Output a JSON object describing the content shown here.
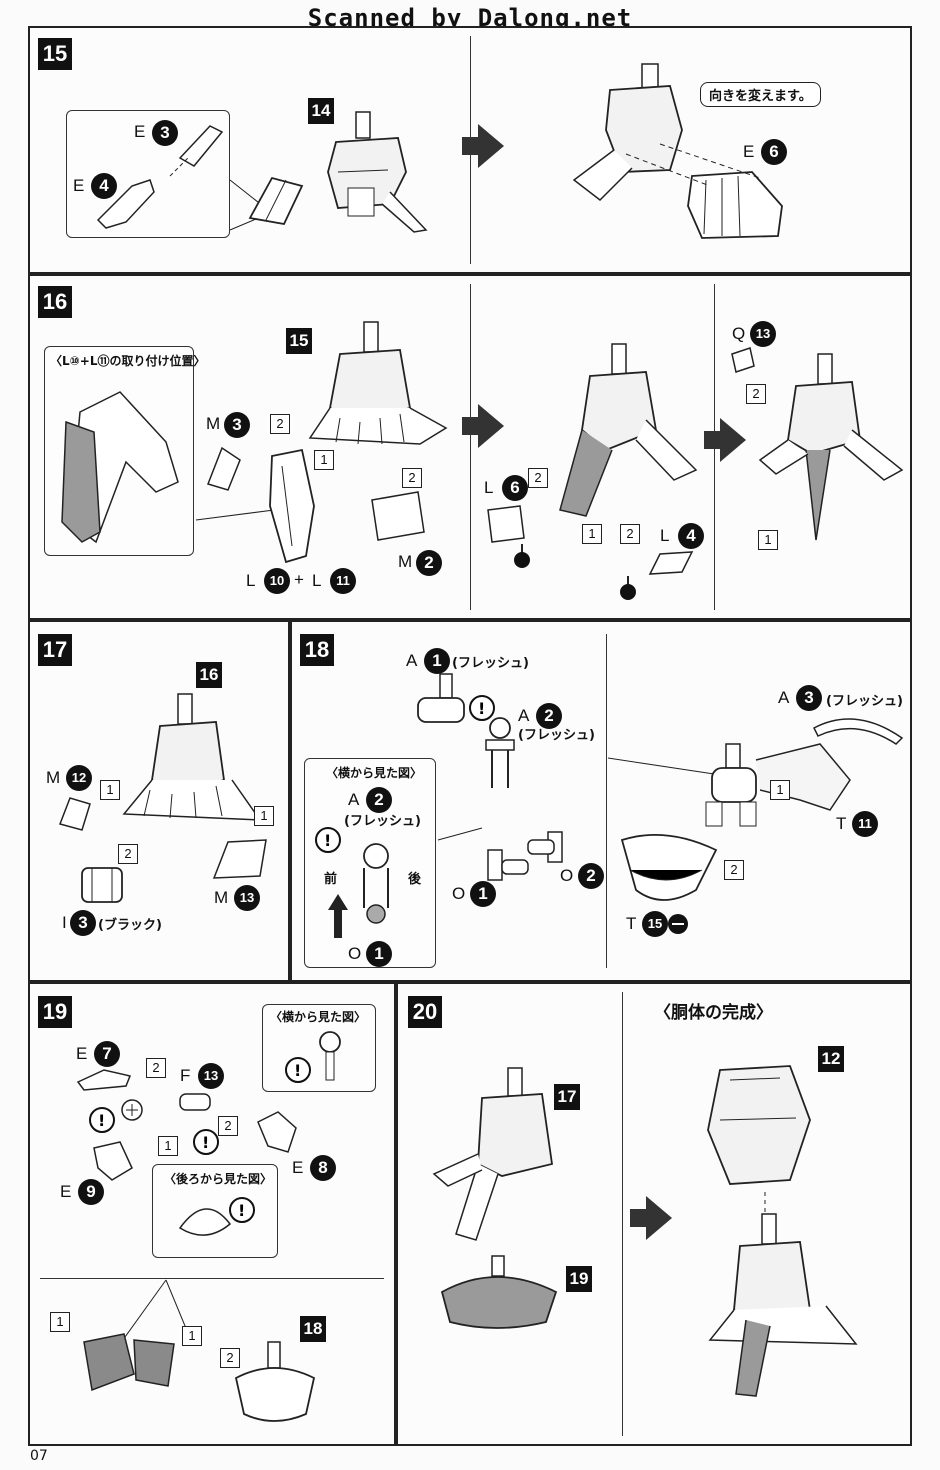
{
  "watermark": "Scanned by Dalong.net",
  "page_number": "07",
  "steps": {
    "s15": {
      "num": "15",
      "ref_in": "14",
      "parts": [
        {
          "letter": "E",
          "num": "3"
        },
        {
          "letter": "E",
          "num": "4"
        },
        {
          "letter": "E",
          "num": "6"
        }
      ],
      "note": "向きを変えます。"
    },
    "s16": {
      "num": "16",
      "ref_in": "15",
      "detail_title": "〈L⑩+L⑪の取り付け位置〉",
      "parts": {
        "m3": {
          "letter": "M",
          "num": "3"
        },
        "m2": {
          "letter": "M",
          "num": "2"
        },
        "l10": {
          "letter": "L",
          "num": "10"
        },
        "plus": "+",
        "l11": {
          "letter": "L",
          "num": "11"
        },
        "l6": {
          "letter": "L",
          "num": "6"
        },
        "l4": {
          "letter": "L",
          "num": "4"
        },
        "q13": {
          "letter": "Q",
          "num": "13"
        }
      },
      "orders": [
        "2",
        "1",
        "2",
        "2",
        "1",
        "2",
        "2",
        "1"
      ]
    },
    "s17": {
      "num": "17",
      "ref_in": "16",
      "parts": {
        "m12": {
          "letter": "M",
          "num": "12"
        },
        "m13": {
          "letter": "M",
          "num": "13"
        },
        "i3": {
          "letter": "I",
          "num": "3",
          "note": "(ブラック)"
        }
      },
      "orders": [
        "1",
        "1",
        "2"
      ]
    },
    "s18": {
      "num": "18",
      "side_view_title": "〈横から見た図〉",
      "flesh": "(フレッシュ)",
      "parts": {
        "a1": {
          "letter": "A",
          "num": "1"
        },
        "a2": {
          "letter": "A",
          "num": "2"
        },
        "a3": {
          "letter": "A",
          "num": "3"
        },
        "o1": {
          "letter": "O",
          "num": "1"
        },
        "o2": {
          "letter": "O",
          "num": "2"
        },
        "t11": {
          "letter": "T",
          "num": "11"
        },
        "t15": {
          "letter": "T",
          "num": "15"
        }
      },
      "front": "前",
      "back": "後",
      "orders": [
        "1",
        "2"
      ]
    },
    "s19": {
      "num": "19",
      "side_view_title": "〈横から見た図〉",
      "back_view_title": "〈後ろから見た図〉",
      "ref_in": "18",
      "parts": {
        "e7": {
          "letter": "E",
          "num": "7"
        },
        "f13": {
          "letter": "F",
          "num": "13"
        },
        "e8": {
          "letter": "E",
          "num": "8"
        },
        "e9": {
          "letter": "E",
          "num": "9"
        }
      },
      "orders": [
        "2",
        "1",
        "2",
        "1",
        "1",
        "2"
      ]
    },
    "s20": {
      "num": "20",
      "ref_a": "17",
      "ref_b": "19",
      "ref_c": "12",
      "complete_title": "〈胴体の完成〉"
    }
  },
  "icons": [
    "caution-icon",
    "step-arrow-icon",
    "cement-icon"
  ]
}
